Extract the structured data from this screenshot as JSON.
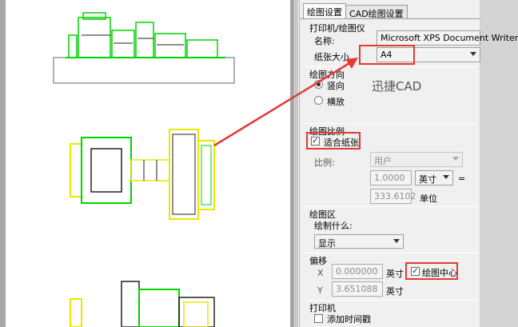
{
  "tabs": [
    {
      "label": "绘图设置"
    },
    {
      "label": "CAD绘图设置"
    }
  ],
  "printer_section": {
    "title": "打印机/绘图仪",
    "name_label": "名称:",
    "name_value": "Microsoft XPS Document Writer",
    "paper_label": "纸张大小",
    "paper_value": "A4"
  },
  "orientation_section": {
    "title": "绘图方向",
    "portrait_label": "竖向",
    "landscape_label": "横放",
    "selected": "portrait"
  },
  "brand_text": "迅捷CAD",
  "scale_section": {
    "title": "绘图比例",
    "fit_paper_label": "适合纸张",
    "fit_paper_checked": true,
    "ratio_label": "比例:",
    "ratio_value": "用户",
    "value1": "1.0000",
    "unit_select": "英寸",
    "equals": "=",
    "value2": "333.6102",
    "unit_label": "单位"
  },
  "area_section": {
    "title": "绘图区",
    "draw_what_label": "绘制什么:",
    "draw_what_value": "显示"
  },
  "offset_section": {
    "title": "偏移",
    "x_label": "X",
    "x_value": "0.000000",
    "x_unit": "英寸",
    "center_label": "绘图中心",
    "center_checked": true,
    "y_label": "Y",
    "y_value": "3.651088",
    "y_unit": "英寸"
  },
  "printer2_section": {
    "title": "打印机",
    "add_timestamp_label": "添加时间戳"
  },
  "colors": {
    "highlight": "#e53935",
    "drawing_green": "#00d400",
    "drawing_yellow": "#e8e800"
  }
}
